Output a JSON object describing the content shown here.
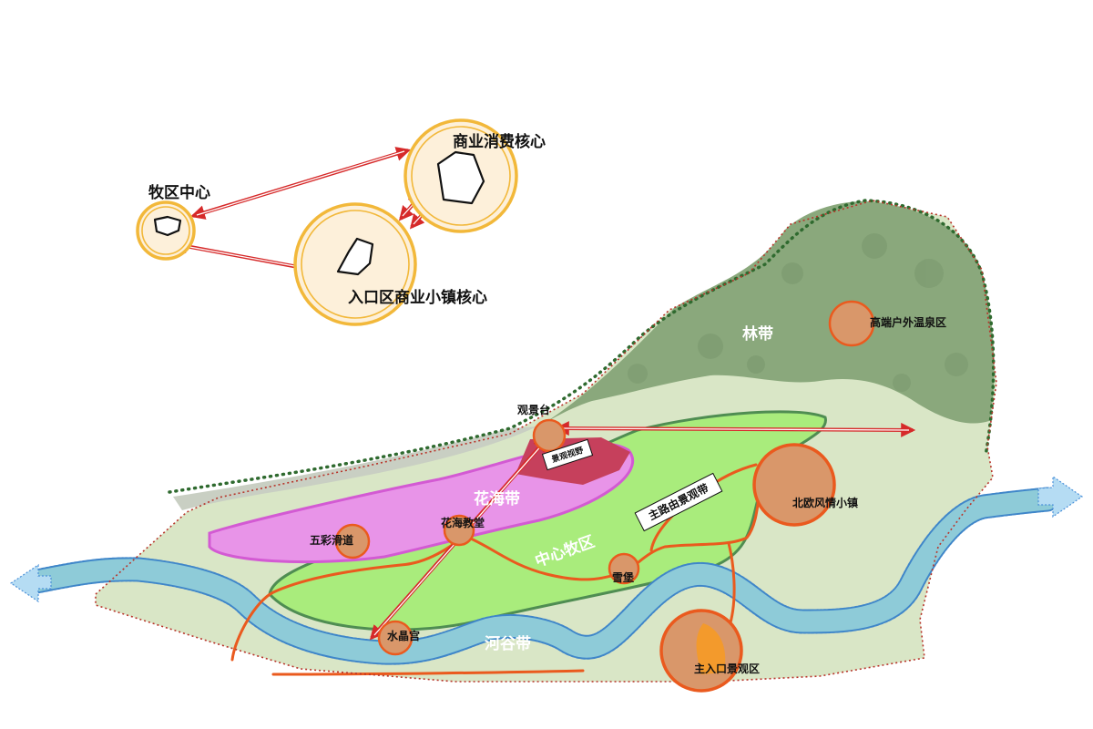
{
  "structure_diagram": {
    "pasture_center": "牧区中心",
    "commercial_core": "商业消费核心",
    "entrance_town_core": "入口区商业小镇核心"
  },
  "site_plan": {
    "zones": {
      "forest": "林带",
      "flower": "花海带",
      "pasture": "中心牧区",
      "river": "河谷带"
    },
    "nodes": {
      "hot_spring": "高端户外温泉区",
      "viewing_platform": "观景台",
      "rainbow_slide": "五彩滑道",
      "flower_chapel": "花海教堂",
      "nordic_town": "北欧风情小镇",
      "snow_castle": "雪堡",
      "crystal_palace": "水晶宫",
      "main_entrance": "主入口景观区"
    },
    "annotations": {
      "view_field": "景观视野",
      "main_road_belt": "主路由景观带"
    }
  },
  "colors": {
    "site": "#d9e6c6",
    "forest": "#8aa87c",
    "forest_edge": "#2f6a2f",
    "flower": "#e894e8",
    "flower_edge": "#d35ad3",
    "pasture": "#a9ec7c",
    "pasture_edge": "#4f8d52",
    "viewfield": "#c6405c",
    "river": "#8ecbd8",
    "river_edge": "#3f86c9",
    "road": "#ea5a1e",
    "boundary": "#b8342a",
    "core_ring": "#f2b83a",
    "core_fill": "#fdf0da",
    "arrow": "#d62a2a",
    "node_fill": "#d9976a",
    "flow_arrow": "#b5dcf3"
  }
}
